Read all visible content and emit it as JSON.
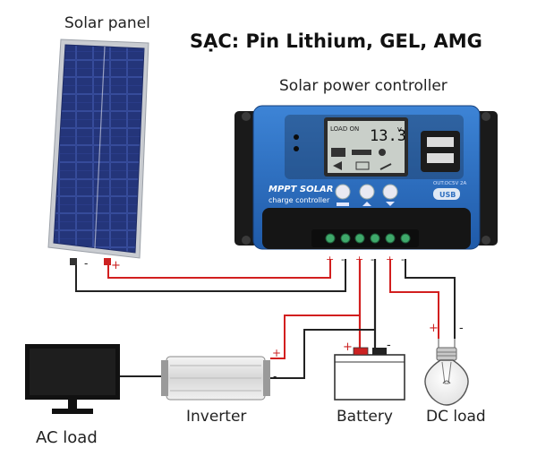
{
  "title": "SẠC: Pin Lithium, GEL, AMG",
  "components": {
    "solar_panel": "Solar panel",
    "controller": "Solar power controller",
    "inverter": "Inverter",
    "battery": "Battery",
    "dc_load": "DC load",
    "ac_load": "AC load"
  },
  "controller_face": {
    "brand_line1": "MPPT SOLAR",
    "brand_line2": "charge controller",
    "lcd_status": "LOAD ON",
    "lcd_voltage": "13.3",
    "lcd_unit": "V",
    "usb_rating": "OUT:DC5V 2A",
    "usb_badge": "USB"
  },
  "polarity": {
    "positive": "+",
    "negative": "-"
  },
  "colors": {
    "positive_wire": "#d21f1f",
    "negative_wire": "#222222",
    "controller_body": "#2f6fc0",
    "panel_cells": "#26387f"
  }
}
